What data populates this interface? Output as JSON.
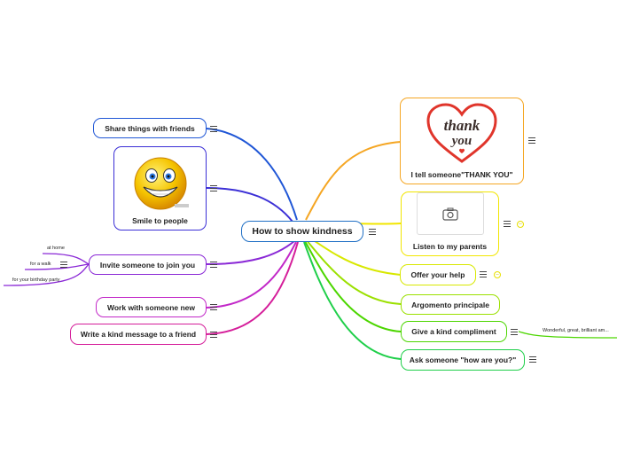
{
  "central": {
    "label": "How to show kindness"
  },
  "right_topics": [
    {
      "label": "I tell someone\"THANK YOU\"",
      "image": "thank-you-heart-image"
    },
    {
      "label": "Listen to my parents",
      "image": "camera-icon"
    },
    {
      "label": "Offer your help"
    },
    {
      "label": "Argomento principale"
    },
    {
      "label": "Give a kind compliment",
      "subtopics": [
        "Wonderful, great, brilliant am..."
      ]
    },
    {
      "label": "Ask someone \"how are you?\""
    }
  ],
  "left_topics": [
    {
      "label": "Share things with friends"
    },
    {
      "label": "Smile to people",
      "image": "smiley-face-image"
    },
    {
      "label": "Invite someone to join you",
      "subtopics": [
        "at home",
        "for a walk",
        "for your birthday party"
      ]
    },
    {
      "label": "Work with someone new"
    },
    {
      "label": "Write a kind message to a friend"
    }
  ],
  "images": {
    "thank_line1": "thank",
    "thank_line2": "you"
  },
  "colors": {
    "central": "#1f6fc5",
    "thank_you": "#f5a623",
    "listen": "#f2e600",
    "offer": "#d8e800",
    "argomento": "#9be000",
    "compliment": "#4cd600",
    "ask": "#1fcf4a",
    "share": "#1f56d6",
    "smile": "#3b2fd6",
    "invite": "#8a28d6",
    "work": "#c228c8",
    "write": "#d51e9a"
  }
}
